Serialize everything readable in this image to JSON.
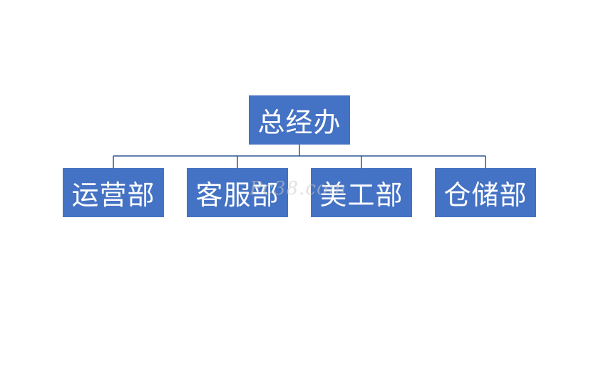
{
  "org_chart": {
    "root": {
      "label": "总经办"
    },
    "children": [
      {
        "label": "运营部"
      },
      {
        "label": "客服部"
      },
      {
        "label": "美工部"
      },
      {
        "label": "仓储部"
      }
    ]
  },
  "watermark": {
    "text": "Pc38.com"
  },
  "colors": {
    "node_fill": "#4472c4",
    "node_text": "#ffffff",
    "connector": "#4472c4",
    "background": "#ffffff"
  }
}
